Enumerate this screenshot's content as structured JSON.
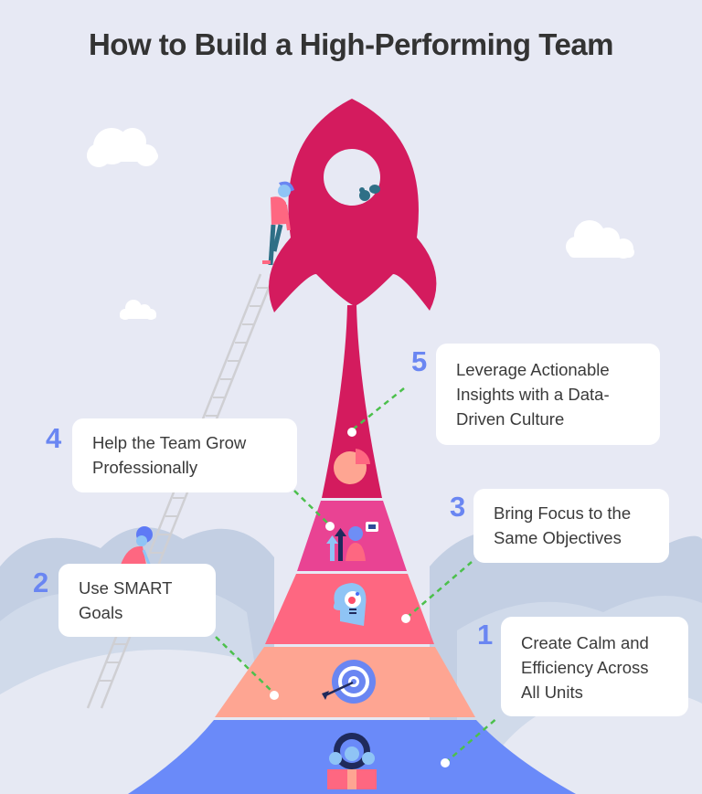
{
  "title": "How to Build a High-Performing Team",
  "colors": {
    "background": "#e7e9f4",
    "rocket": "#d41b5e",
    "tier5": "#d41b5e",
    "tier4": "#e94393",
    "tier3": "#fe6781",
    "tier2": "#fea592",
    "tier1": "#6a8af9",
    "number": "#6a86f2",
    "connector": "#4cc04c",
    "card": "#ffffff",
    "text": "#333333"
  },
  "steps": [
    {
      "number": "1",
      "text": "Create Calm and Efficiency Across All Units",
      "icon": "team-gear-icon"
    },
    {
      "number": "2",
      "text": "Use SMART Goals",
      "icon": "target-arrow-icon"
    },
    {
      "number": "3",
      "text": "Bring Focus to the Same Objectives",
      "icon": "head-lightbulb-icon"
    },
    {
      "number": "4",
      "text": "Help the Team Grow Professionally",
      "icon": "growth-person-icon"
    },
    {
      "number": "5",
      "text": "Leverage Actionable Insights with a Data-Driven Culture",
      "icon": "pie-chart-icon"
    }
  ]
}
